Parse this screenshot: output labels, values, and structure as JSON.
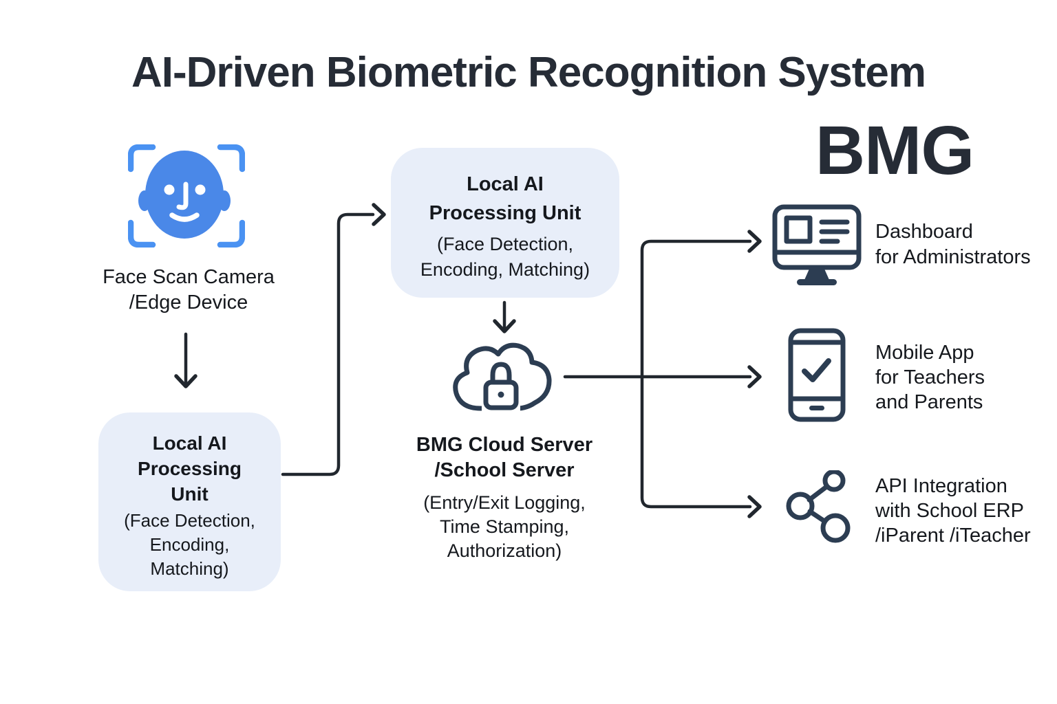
{
  "title": "AI-Driven Biometric Recognition System",
  "brand": "BMG",
  "colors": {
    "title_text": "#262c36",
    "body_text": "#15181d",
    "line_dark": "#21272e",
    "icon_navy": "#2c3d52",
    "box_fill": "#e8eef9",
    "face_blue": "#4a88e8",
    "bracket_blue": "#4a92f2"
  },
  "icons": {
    "source": "face-scan-icon",
    "cloud": "cloud-lock-icon",
    "output_1": "dashboard-monitor-icon",
    "output_2": "mobile-app-icon",
    "output_3": "api-share-icon"
  },
  "nodes": {
    "face_scan": {
      "label_lines": [
        "Face Scan Camera",
        "/Edge Device"
      ]
    },
    "local_ai_left": {
      "title_lines": [
        "Local AI",
        "Processing",
        "Unit"
      ],
      "detail_lines": [
        "(Face Detection,",
        "Encoding,",
        "Matching)"
      ]
    },
    "local_ai_top": {
      "title_lines": [
        "Local AI",
        "Processing Unit"
      ],
      "detail_lines": [
        "(Face Detection,",
        "Encoding, Matching)"
      ]
    },
    "cloud_server": {
      "title_lines": [
        "BMG Cloud Server",
        "/School Server"
      ],
      "detail_lines": [
        "(Entry/Exit Logging,",
        "Time Stamping,",
        "Authorization)"
      ]
    },
    "outputs": [
      {
        "icon": "dashboard-monitor-icon",
        "label_lines": [
          "Dashboard",
          "for Administrators"
        ]
      },
      {
        "icon": "mobile-app-icon",
        "label_lines": [
          "Mobile App",
          "for Teachers",
          "and Parents"
        ]
      },
      {
        "icon": "api-share-icon",
        "label_lines": [
          "API Integration",
          "with School ERP",
          "/iParent /iTeacher"
        ]
      }
    ]
  }
}
